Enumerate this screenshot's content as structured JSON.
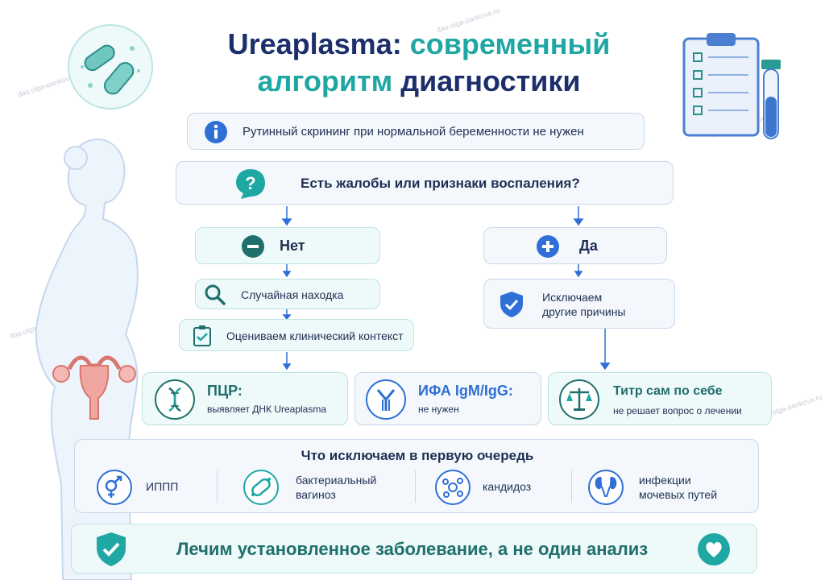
{
  "title": {
    "part1": "Ureaplasma: ",
    "part2": "современный",
    "part3": "алгоритм",
    "part4": " диагностики"
  },
  "info_text": "Рутинный скрининг при нормальной беременности не нужен",
  "question_text": "Есть жалобы или признаки воспаления?",
  "no_label": "Нет",
  "yes_label": "Да",
  "random_finding": "Случайная находка",
  "clinical_context": "Оцениваем клинический контекст",
  "exclude_other": {
    "line1": "Исключаем",
    "line2": "другие причины"
  },
  "pcr": {
    "title": "ПЦР:",
    "desc": "выявляет ДНК Ureaplasma"
  },
  "ifa": {
    "title": "ИФА IgM/IgG:",
    "desc": "не нужен"
  },
  "titer": {
    "title": "Титр сам по себе",
    "desc": "не решает вопрос о лечении"
  },
  "exclude_first": {
    "title": "Что исключаем в первую очередь",
    "items": [
      {
        "line1": "ИППП",
        "line2": ""
      },
      {
        "line1": "бактериальный",
        "line2": "вагиноз"
      },
      {
        "line1": "кандидоз",
        "line2": ""
      },
      {
        "line1": "инфекции",
        "line2": "мочевых путей"
      }
    ]
  },
  "bottom_text": "Лечим установленное заболевание, а не один анализ",
  "watermark": "dao.olga-pankova.ru",
  "colors": {
    "navy": "#1c2f6b",
    "teal": "#1ea7a3",
    "blue": "#2f6fd6"
  },
  "icons": [
    "bacteria-icon",
    "clipboard-icon",
    "test-tube-icon",
    "info-icon",
    "question-icon",
    "minus-icon",
    "plus-icon",
    "search-icon",
    "checklist-icon",
    "shield-check-icon",
    "dna-icon",
    "antibody-icon",
    "scales-icon",
    "gender-icon",
    "microbe-icon",
    "candida-icon",
    "kidneys-icon",
    "heart-icon",
    "woman-silhouette",
    "uterus-icon"
  ]
}
